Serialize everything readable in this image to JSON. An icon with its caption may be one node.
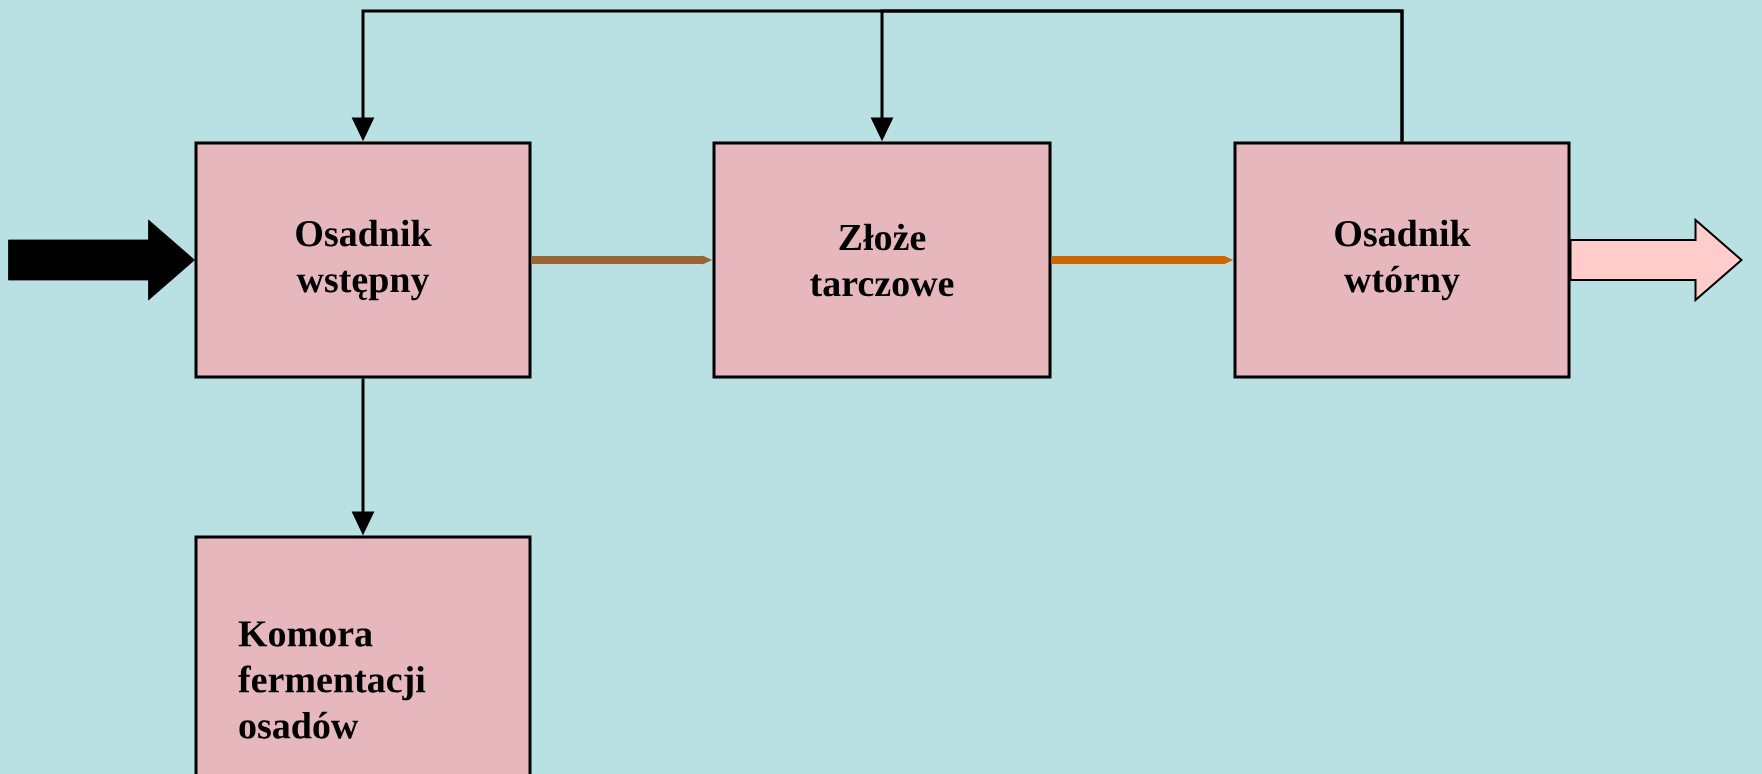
{
  "diagram": {
    "nodes": [
      {
        "text": [
          "Osadnik wstępny"
        ]
      },
      {
        "text": [
          "Złoże tarczowe"
        ]
      },
      {
        "text": [
          "Osadnik wtórny"
        ]
      },
      {
        "text": [
          "Komora fermentacji osadów"
        ]
      }
    ],
    "edges": [
      {
        "from": null,
        "to": 0,
        "arrow": "to",
        "style": "thick"
      },
      {
        "from": 0,
        "to": 1,
        "arrow": "to",
        "style": "thick",
        "color": "#996633"
      },
      {
        "from": 1,
        "to": 2,
        "arrow": "to",
        "style": "thick",
        "color": "#cc6600"
      },
      {
        "from": 2,
        "to": null,
        "arrow": "to",
        "style": "thick",
        "color": "#ffcccc"
      },
      {
        "from": 2,
        "to": 0,
        "arrow": "to"
      },
      {
        "from": 2,
        "to": 1,
        "arrow": "to"
      },
      {
        "from": 0,
        "to": 3,
        "arrow": "to"
      }
    ]
  }
}
